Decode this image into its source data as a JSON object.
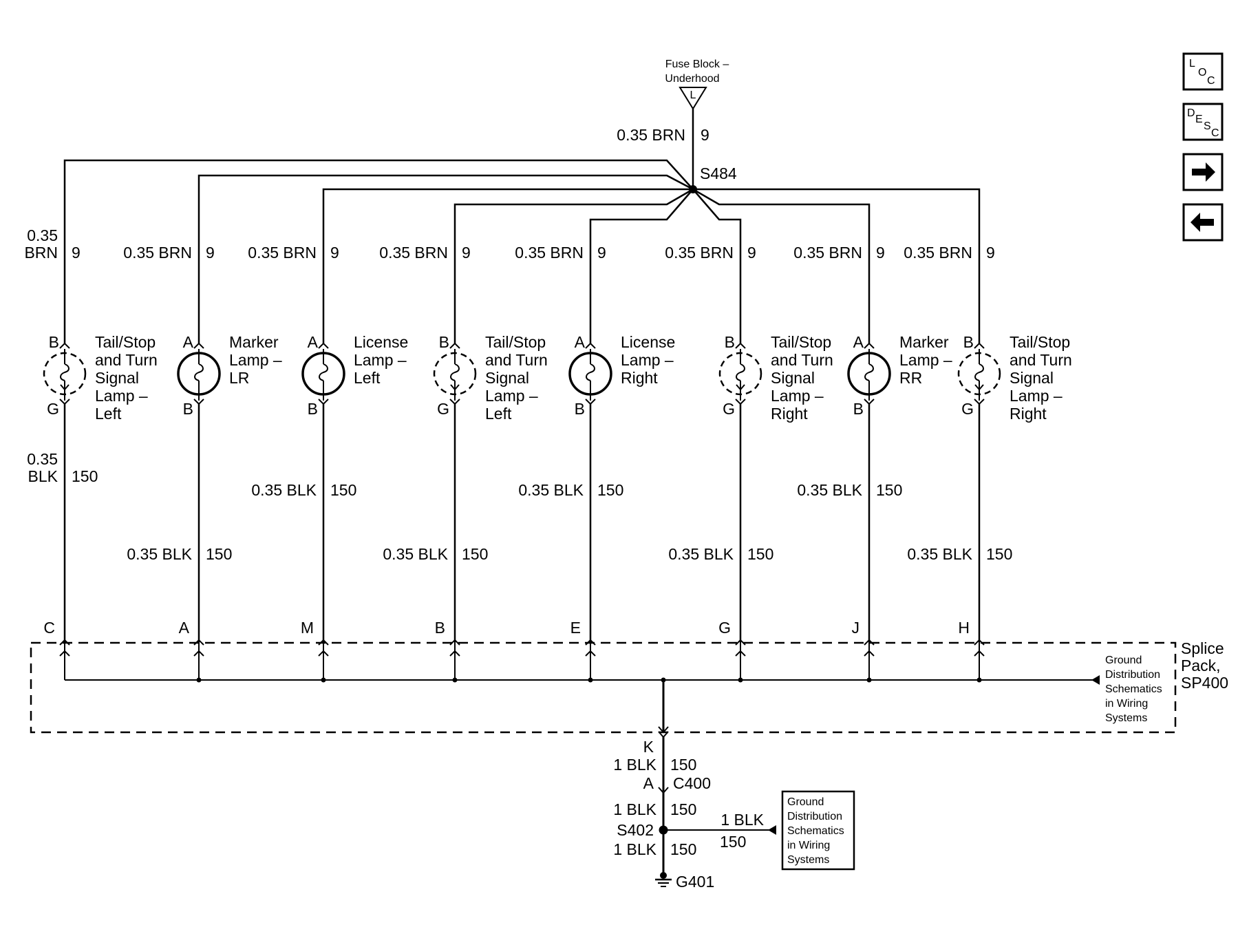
{
  "fuse": {
    "line1": "Fuse Block –",
    "line2": "Underhood",
    "terminal": "L"
  },
  "feed": {
    "wire": "0.35 BRN",
    "circuit": "9",
    "splice": "S484"
  },
  "nav": {
    "loc": [
      "L",
      "O",
      "C"
    ],
    "desc": [
      "D",
      "E",
      "S",
      "C"
    ],
    "next_icon": "arrow-right-icon",
    "prev_icon": "arrow-left-icon"
  },
  "branches": [
    {
      "power_wire": "0.35\nBRN",
      "power_circuit": "9",
      "top_pin": "B",
      "bottom_pin": "G",
      "lamp_type": "dual-filament-dashed",
      "lamp_name": [
        "Tail/Stop",
        "and Turn",
        "Signal",
        "Lamp –",
        "Left"
      ],
      "ground_wire": "0.35\nBLK",
      "ground_circuit": "150",
      "splice_pin": "C"
    },
    {
      "power_wire": "0.35 BRN",
      "power_circuit": "9",
      "top_pin": "A",
      "bottom_pin": "B",
      "lamp_type": "single-solid",
      "lamp_name": [
        "Marker",
        "Lamp –",
        "LR"
      ],
      "ground_wire": "0.35 BLK",
      "ground_circuit": "150",
      "splice_pin": "A"
    },
    {
      "power_wire": "0.35 BRN",
      "power_circuit": "9",
      "top_pin": "A",
      "bottom_pin": "B",
      "lamp_type": "single-solid",
      "lamp_name": [
        "License",
        "Lamp –",
        "Left"
      ],
      "ground_wire": "0.35 BLK",
      "ground_circuit": "150",
      "splice_pin": "M"
    },
    {
      "power_wire": "0.35 BRN",
      "power_circuit": "9",
      "top_pin": "B",
      "bottom_pin": "G",
      "lamp_type": "dual-filament-dashed",
      "lamp_name": [
        "Tail/Stop",
        "and Turn",
        "Signal",
        "Lamp –",
        "Left"
      ],
      "ground_wire": "0.35 BLK",
      "ground_circuit": "150",
      "splice_pin": "B"
    },
    {
      "power_wire": "0.35 BRN",
      "power_circuit": "9",
      "top_pin": "A",
      "bottom_pin": "B",
      "lamp_type": "single-solid",
      "lamp_name": [
        "License",
        "Lamp –",
        "Right"
      ],
      "ground_wire": "0.35 BLK",
      "ground_circuit": "150",
      "splice_pin": "E"
    },
    {
      "power_wire": "0.35 BRN",
      "power_circuit": "9",
      "top_pin": "B",
      "bottom_pin": "G",
      "lamp_type": "dual-filament-dashed",
      "lamp_name": [
        "Tail/Stop",
        "and Turn",
        "Signal",
        "Lamp –",
        "Right"
      ],
      "ground_wire": "0.35 BLK",
      "ground_circuit": "150",
      "splice_pin": "G"
    },
    {
      "power_wire": "0.35 BRN",
      "power_circuit": "9",
      "top_pin": "A",
      "bottom_pin": "B",
      "lamp_type": "single-solid",
      "lamp_name": [
        "Marker",
        "Lamp –",
        "RR"
      ],
      "ground_wire": "0.35 BLK",
      "ground_circuit": "150",
      "splice_pin": "J"
    },
    {
      "power_wire": "0.35 BRN",
      "power_circuit": "9",
      "top_pin": "B",
      "bottom_pin": "G",
      "lamp_type": "dual-filament-dashed",
      "lamp_name": [
        "Tail/Stop",
        "and Turn",
        "Signal",
        "Lamp –",
        "Right"
      ],
      "ground_wire": "0.35 BLK",
      "ground_circuit": "150",
      "splice_pin": "H"
    }
  ],
  "splice_pack": {
    "name": [
      "Splice",
      "Pack,",
      "SP400"
    ],
    "ref_text": [
      "Ground",
      "Distribution",
      "Schematics",
      "in Wiring",
      "Systems"
    ]
  },
  "ground_path": {
    "pin_k": "K",
    "wire1": "1 BLK",
    "circuit1": "150",
    "pin_a": "A",
    "connector": "C400",
    "wire2": "1 BLK",
    "circuit2": "150",
    "splice": "S402",
    "side_wire": "1 BLK",
    "side_circuit": "150",
    "wire3": "1 BLK",
    "circuit3": "150",
    "ground": "G401",
    "ref_box": [
      "Ground",
      "Distribution",
      "Schematics",
      "in Wiring",
      "Systems"
    ]
  }
}
